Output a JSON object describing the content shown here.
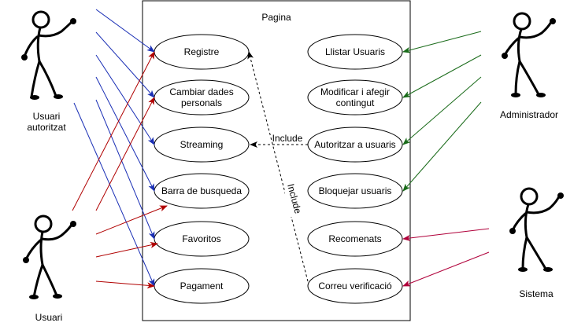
{
  "diagram": {
    "system_title": "Pagina",
    "actors": {
      "usuari_autoritzat": "Usuari\nautoritzat",
      "usuari": "Usuari",
      "administrador": "Administrador",
      "sistema": "Sistema"
    },
    "use_cases": {
      "registre": "Registre",
      "cambiar_dades": "Cambiar dades\npersonals",
      "streaming": "Streaming",
      "barra_busqueda": "Barra de busqueda",
      "favoritos": "Favoritos",
      "pagament": "Pagament",
      "llistar_usuaris": "Llistar Usuaris",
      "modificar_contingut": "Modificar i afegir\ncontingut",
      "autoritzar_usuaris": "Autoritzar a usuaris",
      "bloquejar_usuaris": "Bloquejar usuaris",
      "recomenats": "Recomenats",
      "correu_verificacio": "Correu verificació"
    },
    "include_label_1": "Include",
    "include_label_2": "Include",
    "colors": {
      "usuari_autoritzat_arrows": "#1a2fb5",
      "usuari_arrows": "#b00000",
      "administrador_arrows": "#1a6b1a",
      "sistema_arrows": "#b0003a",
      "include_arrows": "#000000"
    }
  }
}
